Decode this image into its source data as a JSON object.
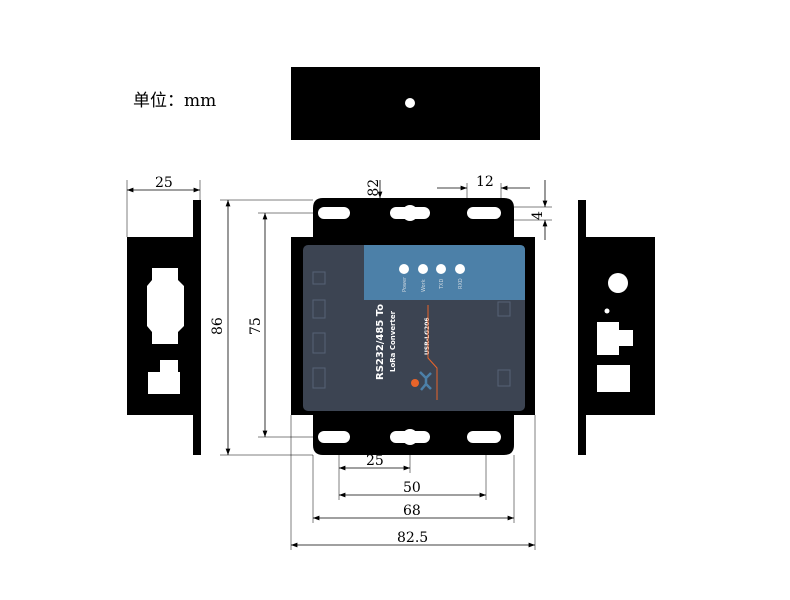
{
  "unit_label": "单位：mm",
  "dimensions": {
    "side_width": "25",
    "total_height": "86",
    "hole_spacing_vertical": "75",
    "offset": "6.82",
    "slot_length": "12",
    "slot_edge": "4",
    "hole_spacing_25": "25",
    "hole_spacing_50": "50",
    "flange_width": "68",
    "total_width": "82.5"
  },
  "device": {
    "title_line1": "RS232/485 To",
    "title_line2": "LoRa Converter",
    "model": "USR-LG206",
    "leds": [
      "Power",
      "Work",
      "TXD",
      "RXD"
    ],
    "colors": {
      "panel": "#3c4452",
      "accent": "#4c80a8",
      "logo": "#e8642a",
      "logo_figure": "#4c80a8"
    }
  }
}
